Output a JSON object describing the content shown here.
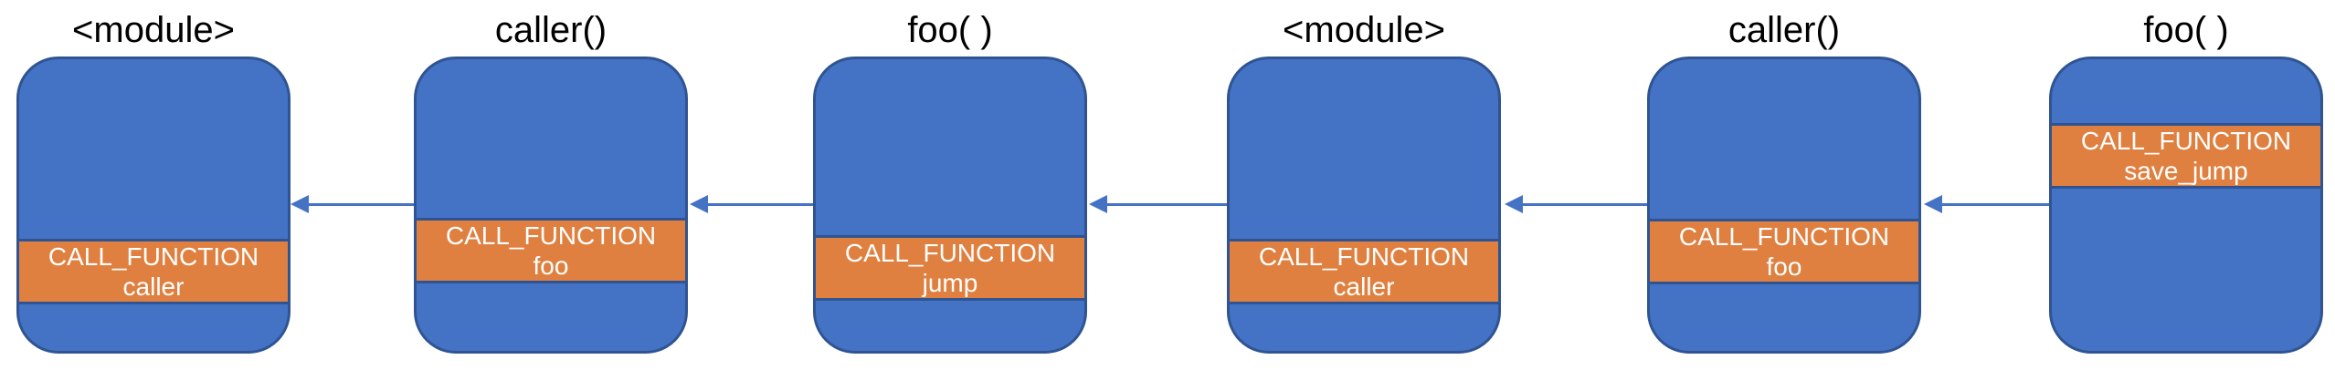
{
  "frames": [
    {
      "title": "<module>",
      "opcode": "CALL_FUNCTION",
      "arg": "caller"
    },
    {
      "title": "caller()",
      "opcode": "CALL_FUNCTION",
      "arg": "foo"
    },
    {
      "title": "foo( )",
      "opcode": "CALL_FUNCTION",
      "arg": "jump"
    },
    {
      "title": "<module>",
      "opcode": "CALL_FUNCTION",
      "arg": "caller"
    },
    {
      "title": "caller()",
      "opcode": "CALL_FUNCTION",
      "arg": "foo"
    },
    {
      "title": "foo( )",
      "opcode": "CALL_FUNCTION",
      "arg": "save_jump"
    }
  ],
  "arrows": [
    {
      "from_frame": "caller()",
      "to_frame": "<module>",
      "direction": "left"
    },
    {
      "from_frame": "foo( )",
      "to_frame": "caller()",
      "direction": "left"
    },
    {
      "from_frame": "<module>",
      "to_frame": "foo( )",
      "direction": "left"
    },
    {
      "from_frame": "caller()",
      "to_frame": "<module>",
      "direction": "left"
    },
    {
      "from_frame": "foo( )",
      "to_frame": "caller()",
      "direction": "left"
    }
  ],
  "colors": {
    "frame_fill": "#4472C4",
    "frame_border": "#2F5491",
    "band_fill": "#DF8040",
    "band_text": "#FFFFFF",
    "title_text": "#000000",
    "arrow": "#4472C4",
    "background": "#FFFFFF"
  }
}
